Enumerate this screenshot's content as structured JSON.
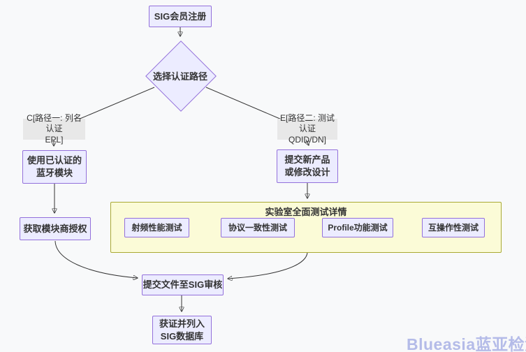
{
  "diagram": {
    "nodes": {
      "register": {
        "label": "SIG会员注册"
      },
      "decision": {
        "label": "选择认证路径"
      },
      "use_module": {
        "label": "使用已认证的\n蓝牙模块"
      },
      "module_auth": {
        "label": "获取模块商授权"
      },
      "submit_product": {
        "label": "提交新产品\n或修改设计"
      },
      "submit_review": {
        "label": "提交文件至SIG审核"
      },
      "database": {
        "label": "获证并列入\nSIG数据库"
      }
    },
    "edge_labels": {
      "path_one": {
        "label": "C[路径一: 列名认证\nEPL]"
      },
      "path_two": {
        "label": "E[路径二: 测试认证\nQDID/DN]"
      }
    },
    "subgraph": {
      "title": "实验室全面测试详情",
      "tests": [
        {
          "label": "射频性能测试"
        },
        {
          "label": "协议一致性测试"
        },
        {
          "label": "Profile功能测试"
        },
        {
          "label": "互操作性测试"
        }
      ]
    },
    "watermark": "Blueasia蓝亚检测"
  },
  "colors": {
    "canvas_bg": "#f8f9fa",
    "node_fill": "#ECECFF",
    "node_border": "#9370DB",
    "subgraph_fill": "#fbfbd7",
    "subgraph_border": "#aaaa33",
    "edge_label_bg": "#e8e8e8",
    "edge_color": "#333333",
    "watermark_color": "#b4bbe8"
  }
}
